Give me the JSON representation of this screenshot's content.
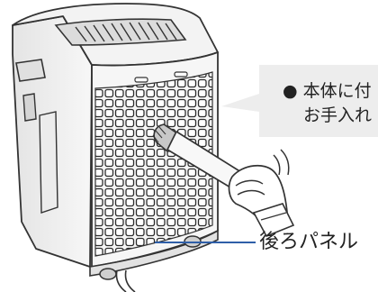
{
  "callout": {
    "bubble_line_1": "● 本体に付",
    "bubble_line_2": "お手入れ",
    "panel_label": "後ろパネル"
  },
  "colors": {
    "accent_line": "#2f5fa8",
    "bubble_fill": "#ededed",
    "device_outline": "#333333",
    "device_body": "#f4f4f4",
    "device_shade": "#d9d9d9"
  },
  "icons": {
    "device": "air-purifier-illustration",
    "hand": "hand-with-brush-illustration"
  }
}
